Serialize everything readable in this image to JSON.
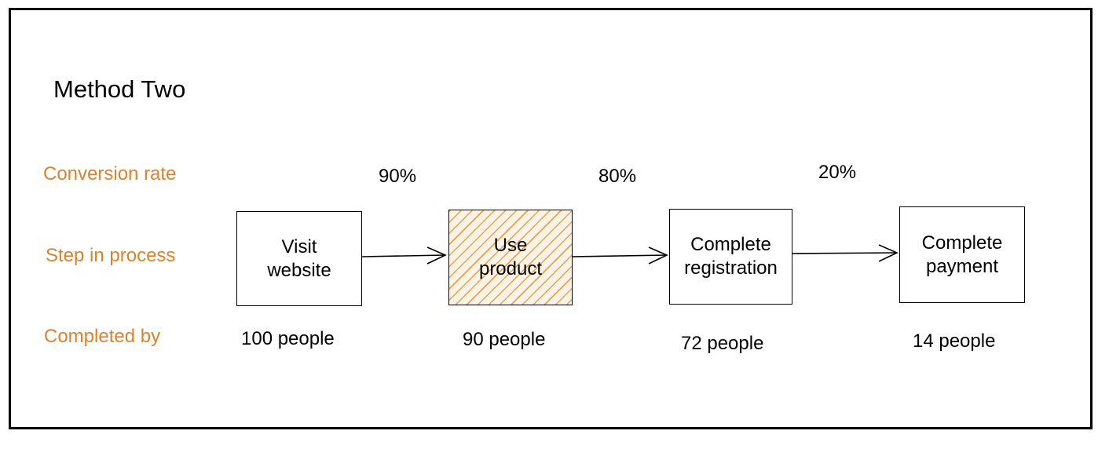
{
  "title": "Method Two",
  "accent_color": "#d9832e",
  "row_labels": {
    "conversion_rate": "Conversion rate",
    "step_in_process": "Step in process",
    "completed_by": "Completed by"
  },
  "steps": [
    {
      "label_line1": "Visit",
      "label_line2": "website",
      "completed_by": "100 people",
      "highlighted": false
    },
    {
      "label_line1": "Use",
      "label_line2": "product",
      "completed_by": "90 people",
      "highlighted": true
    },
    {
      "label_line1": "Complete",
      "label_line2": "registration",
      "completed_by": "72 people",
      "highlighted": false
    },
    {
      "label_line1": "Complete",
      "label_line2": "payment",
      "completed_by": "14 people",
      "highlighted": false
    }
  ],
  "conversion_rates": [
    "90%",
    "80%",
    "20%"
  ]
}
